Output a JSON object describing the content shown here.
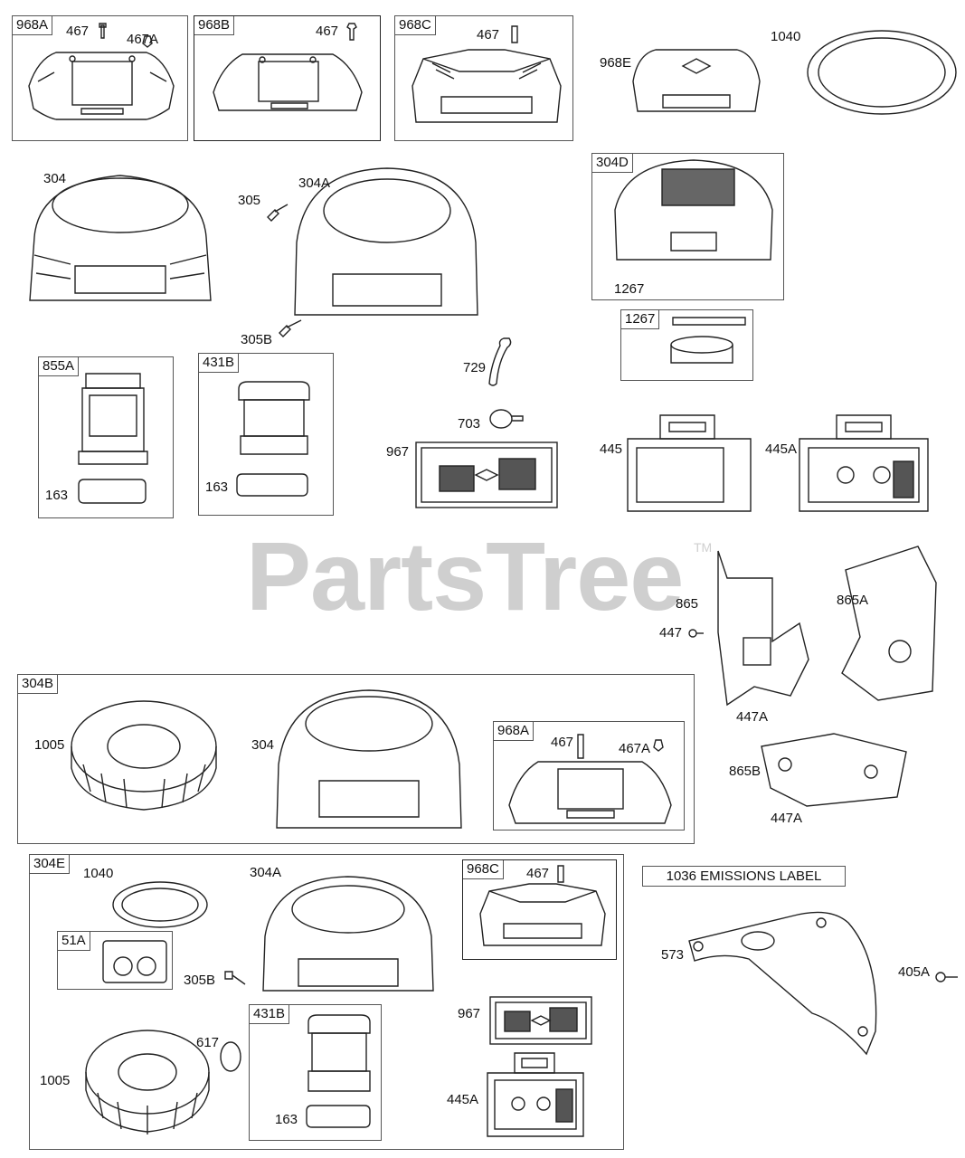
{
  "watermark": {
    "brand": "PartsTree",
    "tm": "TM"
  },
  "boxes": {
    "b968A_top": "968A",
    "b968B": "968B",
    "b968C_top": "968C",
    "b304D": "304D",
    "b1267": "1267",
    "b855A": "855A",
    "b431B_top": "431B",
    "b304B": "304B",
    "b968A_inner": "968A",
    "b304E": "304E",
    "b51A": "51A",
    "b968C_inner": "968C",
    "b431B_inner": "431B"
  },
  "labels": {
    "l467_a": "467",
    "l467A_a": "467A",
    "l467_b": "467",
    "l467_c": "467",
    "l968E": "968E",
    "l1040_top": "1040",
    "l304_top": "304",
    "l305": "305",
    "l304A_top": "304A",
    "l305B_top": "305B",
    "l1267": "1267",
    "l163_a": "163",
    "l163_b": "163",
    "l729": "729",
    "l703": "703",
    "l967_top": "967",
    "l445": "445",
    "l445A_top": "445A",
    "l865": "865",
    "l865A": "865A",
    "l447": "447",
    "l447A_a": "447A",
    "l865B": "865B",
    "l447A_b": "447A",
    "l1005_top": "1005",
    "l304_mid": "304",
    "l467_d": "467",
    "l467A_d": "467A",
    "l1040_bot": "1040",
    "l304A_bot": "304A",
    "l467_e": "467",
    "l305B_bot": "305B",
    "l617": "617",
    "l1005_bot": "1005",
    "l163_c": "163",
    "l967_bot": "967",
    "l445A_bot": "445A",
    "emissions": "1036 EMISSIONS LABEL",
    "l573": "573",
    "l405A": "405A"
  },
  "colors": {
    "line": "#222222",
    "frame": "#555555",
    "watermark": "#cfcfcf"
  }
}
